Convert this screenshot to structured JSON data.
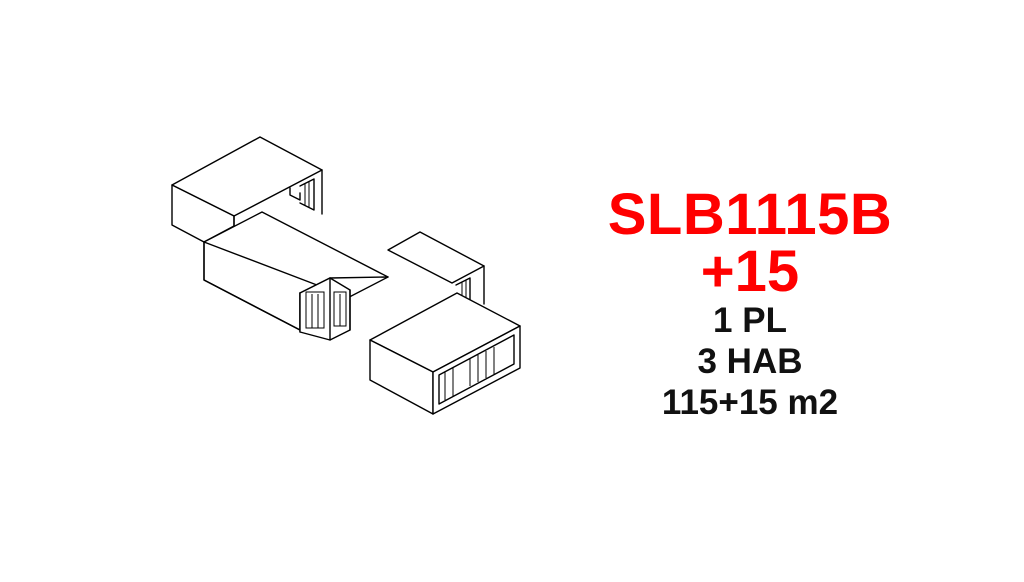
{
  "model": {
    "code": "SLB1115B",
    "extra": "+15"
  },
  "specs": [
    "1 PL",
    "3 HAB",
    "115+15 m2"
  ],
  "colors": {
    "accent": "#ff0000",
    "text": "#111111",
    "line": "#000000",
    "background": "#ffffff"
  },
  "icons": {
    "drawing": "isometric-house-drawing"
  }
}
